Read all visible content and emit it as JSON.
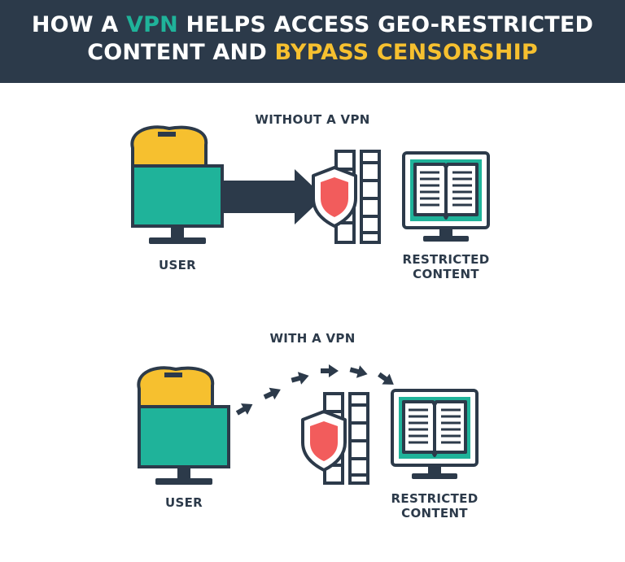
{
  "title": {
    "part1": "HOW A ",
    "vpn": "VPN",
    "part2": " HELPS ACCESS GEO-RESTRICTED",
    "part3": "CONTENT AND ",
    "bypass": "BYPASS CENSORSHIP"
  },
  "colors": {
    "navy": "#2c3a4a",
    "teal": "#1fb39a",
    "yellow": "#f6c02f",
    "red": "#f25c5c",
    "white": "#ffffff"
  },
  "scenarios": [
    {
      "heading": "WITHOUT A VPN",
      "user_label": "USER",
      "content_label_line1": "RESTRICTED",
      "content_label_line2": "CONTENT"
    },
    {
      "heading": "WITH A VPN",
      "user_label": "USER",
      "content_label_line1": "RESTRICTED",
      "content_label_line2": "CONTENT"
    }
  ],
  "icons": [
    "user-monitor-icon",
    "shield-icon",
    "firewall-icon",
    "arrow-icon",
    "book-monitor-icon"
  ]
}
